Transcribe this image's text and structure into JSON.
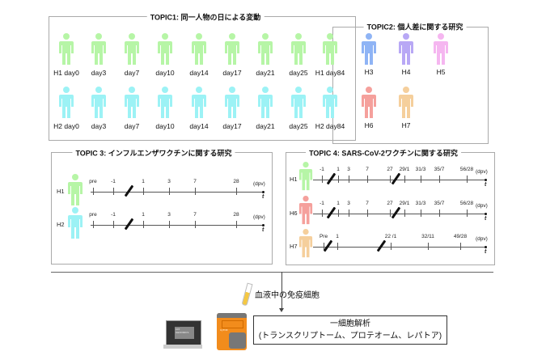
{
  "topic1": {
    "title": "TOPIC1: 同一人物の日による変動",
    "row1": [
      "H1 day0",
      "day3",
      "day7",
      "day10",
      "day14",
      "day17",
      "day21",
      "day25",
      "H1 day84"
    ],
    "row2": [
      "H2 day0",
      "day3",
      "day7",
      "day10",
      "day14",
      "day17",
      "day21",
      "day25",
      "H2 day84"
    ],
    "color1": "#b6f5a6",
    "color2": "#9cf2f5"
  },
  "topic2": {
    "title": "TOPIC2: 個人差に関する研究",
    "people": [
      {
        "label": "H3",
        "color": "#8fb4f5"
      },
      {
        "label": "H4",
        "color": "#b8a8f5"
      },
      {
        "label": "H5",
        "color": "#f5b6f0"
      },
      {
        "label": "H6",
        "color": "#f5a09c"
      },
      {
        "label": "H7",
        "color": "#f5cf9c"
      }
    ]
  },
  "topic3": {
    "title": "TOPIC 3: インフルエンザワクチンに関する研究",
    "unit": "(dpv)",
    "axis": "t",
    "rows": [
      {
        "label": "H1",
        "color": "#b6f5a6",
        "ticks": [
          "pre",
          "-1",
          "1",
          "3",
          "7",
          "28"
        ]
      },
      {
        "label": "H2",
        "color": "#9cf2f5",
        "ticks": [
          "pre",
          "-1",
          "1",
          "3",
          "7",
          "28"
        ]
      }
    ]
  },
  "topic4": {
    "title": "TOPIC 4: SARS-CoV-2ワクチンに関する研究",
    "unit": "(dpv)",
    "axis": "t",
    "rows": [
      {
        "label": "H1",
        "color": "#b6f5a6",
        "ticks": [
          "-1",
          "1",
          "3",
          "7",
          "27",
          "29/1",
          "31/3",
          "35/7",
          "56/28"
        ]
      },
      {
        "label": "H6",
        "color": "#f5a09c",
        "ticks": [
          "-1",
          "1",
          "3",
          "7",
          "27",
          "29/1",
          "31/3",
          "35/7",
          "56/28"
        ]
      },
      {
        "label": "H7",
        "color": "#f5cf9c",
        "ticks": [
          "Pre",
          "1",
          "22 /1",
          "32/11",
          "49/28"
        ]
      }
    ]
  },
  "bottom": {
    "sample": "血液中の免疫細胞",
    "analysis_title": "一細胞解析",
    "analysis_sub": "(トランスクリプトーム、プロテオーム、レパトア)",
    "instrument": "CyTOF",
    "screen_text": "10X GENOMICS"
  }
}
